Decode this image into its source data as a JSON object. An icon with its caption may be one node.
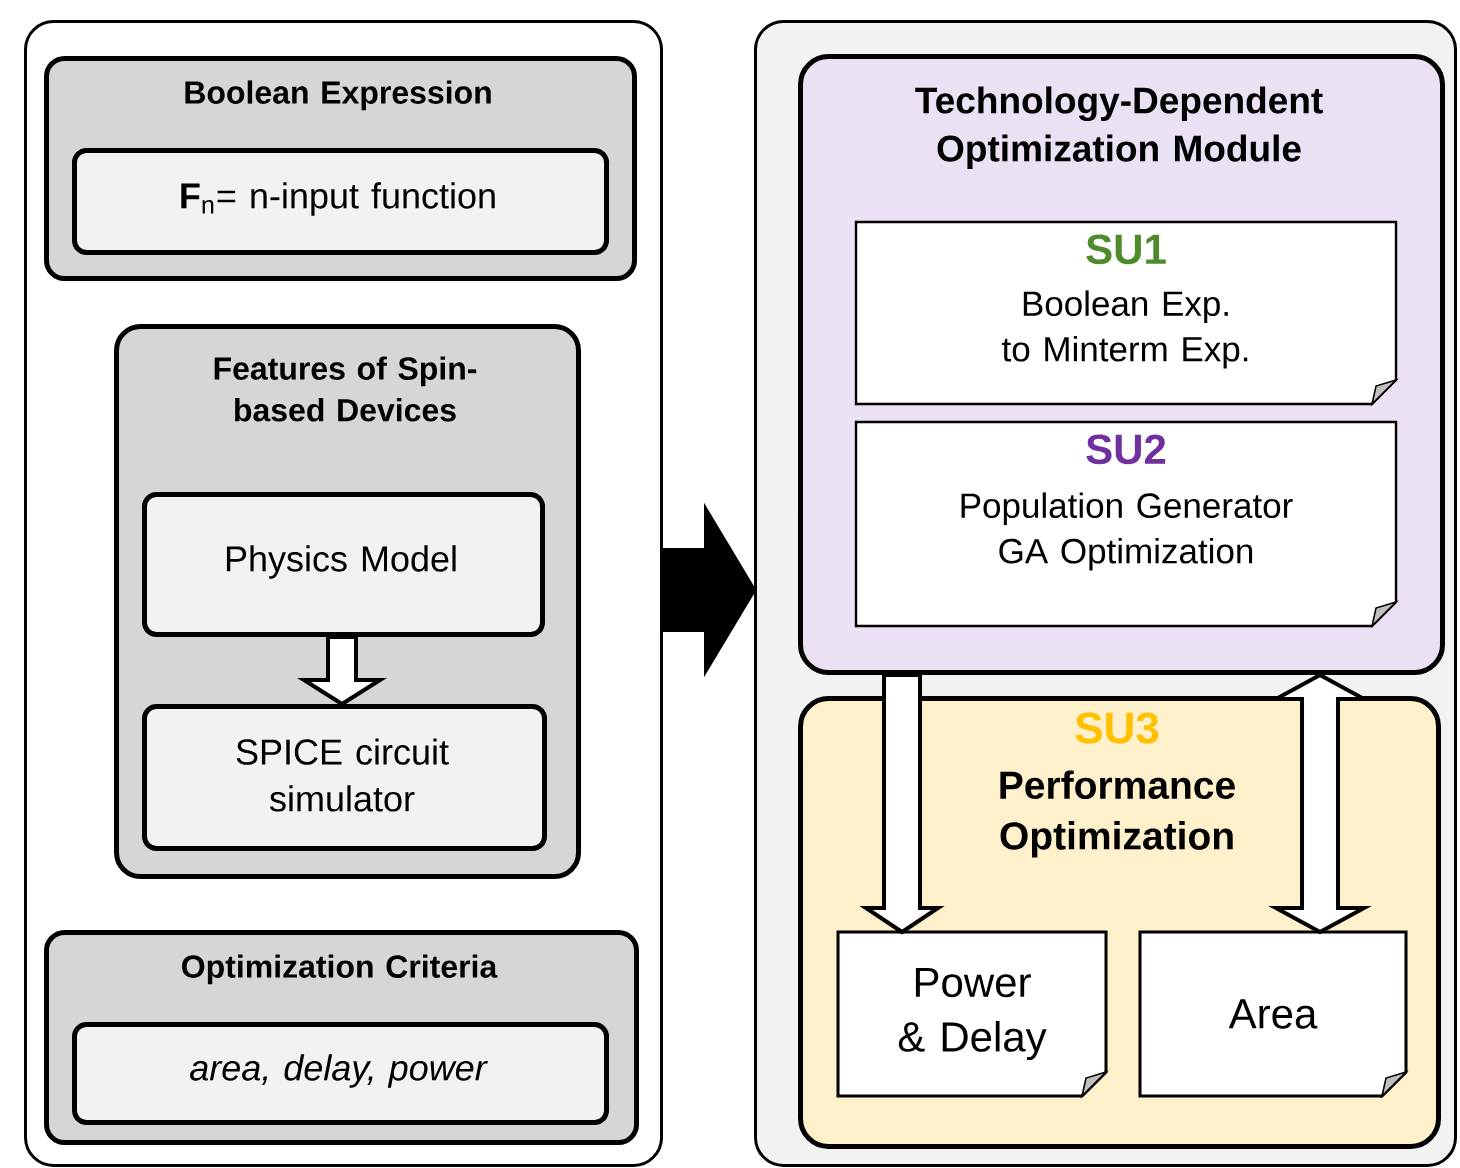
{
  "diagram": {
    "nodes": [
      {
        "text": [],
        "shape": "box"
      },
      {
        "text": [
          "Boolean Expression"
        ],
        "in": 0
      },
      {
        "text": [
          "**F**$_{n}$= n-input function"
        ],
        "in": 1
      },
      {
        "text": [
          "Features of Spin-based Devices"
        ],
        "in": 0
      },
      {
        "text": [
          "Physics Model"
        ],
        "in": 3
      },
      {
        "text": [
          "SPICE circuit simulator"
        ],
        "in": 3
      },
      {
        "text": [
          "Optimization Criteria"
        ],
        "in": 0
      },
      {
        "text": [
          "area, delay, power"
        ],
        "in": 6
      },
      {
        "text": [],
        "shape": "box"
      },
      {
        "text": [
          "Technology-Dependent Optimization Module"
        ],
        "in": 8
      },
      {
        "text": [
          "SU1",
          "Boolean Exp. to Minterm Exp."
        ],
        "in": 9
      },
      {
        "text": [
          "SU2",
          "Population Generator GA Optimization"
        ],
        "in": 9
      },
      {
        "text": [
          "SU3",
          "Performance Optimization"
        ],
        "in": 8
      },
      {
        "text": [
          "Power & Delay"
        ],
        "in": 12
      },
      {
        "text": [
          "Area"
        ],
        "in": 12
      }
    ],
    "edges": [
      {
        "from": 0,
        "to": 8,
        "arrow": "to",
        "color": "#000000"
      },
      {
        "from": 4,
        "to": 5,
        "arrow": "to"
      },
      {
        "from": 9,
        "to": 13,
        "arrow": "to"
      },
      {
        "from": 9,
        "to": 14,
        "arrow": "both"
      }
    ]
  }
}
